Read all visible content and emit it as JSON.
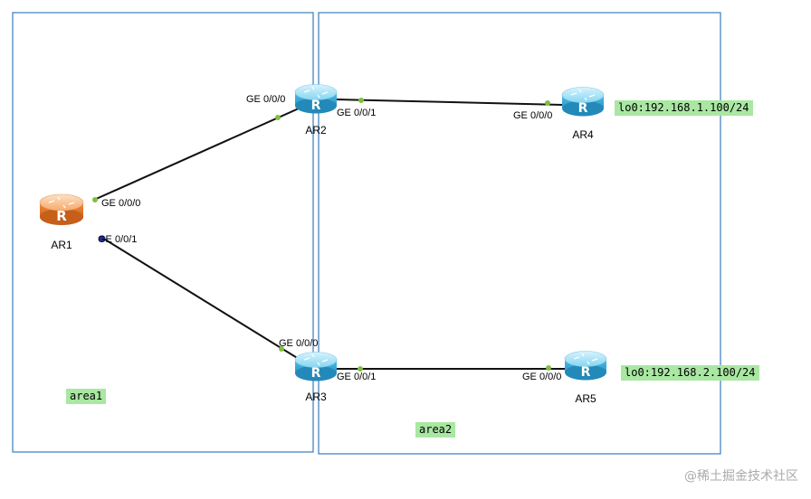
{
  "colors": {
    "area_border": "#3a7bbf",
    "link": "#111111",
    "port_dot": "#7fbf3f",
    "port_dot_active": "#1a2b9a",
    "tag_bg": "#a9e7a2",
    "router_blue": "#59c3ea",
    "router_orange": "#f08a3a"
  },
  "areas": [
    {
      "id": "area1",
      "label": "area1"
    },
    {
      "id": "area2",
      "label": "area2"
    }
  ],
  "devices": [
    {
      "id": "AR1",
      "label": "AR1",
      "icon": "router-icon",
      "color": "orange"
    },
    {
      "id": "AR2",
      "label": "AR2",
      "icon": "router-icon",
      "color": "blue"
    },
    {
      "id": "AR3",
      "label": "AR3",
      "icon": "router-icon",
      "color": "blue"
    },
    {
      "id": "AR4",
      "label": "AR4",
      "icon": "router-icon",
      "color": "blue"
    },
    {
      "id": "AR5",
      "label": "AR5",
      "icon": "router-icon",
      "color": "blue"
    }
  ],
  "links": [
    {
      "from": "AR1",
      "from_port": "GE 0/0/0",
      "to": "AR2",
      "to_port": "GE 0/0/0"
    },
    {
      "from": "AR1",
      "from_port": "GE 0/0/1",
      "to": "AR3",
      "to_port": "GE 0/0/0"
    },
    {
      "from": "AR2",
      "from_port": "GE 0/0/1",
      "to": "AR4",
      "to_port": "GE 0/0/0"
    },
    {
      "from": "AR3",
      "from_port": "GE 0/0/1",
      "to": "AR5",
      "to_port": "GE 0/0/0"
    }
  ],
  "loopbacks": [
    {
      "device": "AR4",
      "text": "lo0:192.168.1.100/24"
    },
    {
      "device": "AR5",
      "text": "lo0:192.168.2.100/24"
    }
  ],
  "watermark": "@稀土掘金技术社区"
}
